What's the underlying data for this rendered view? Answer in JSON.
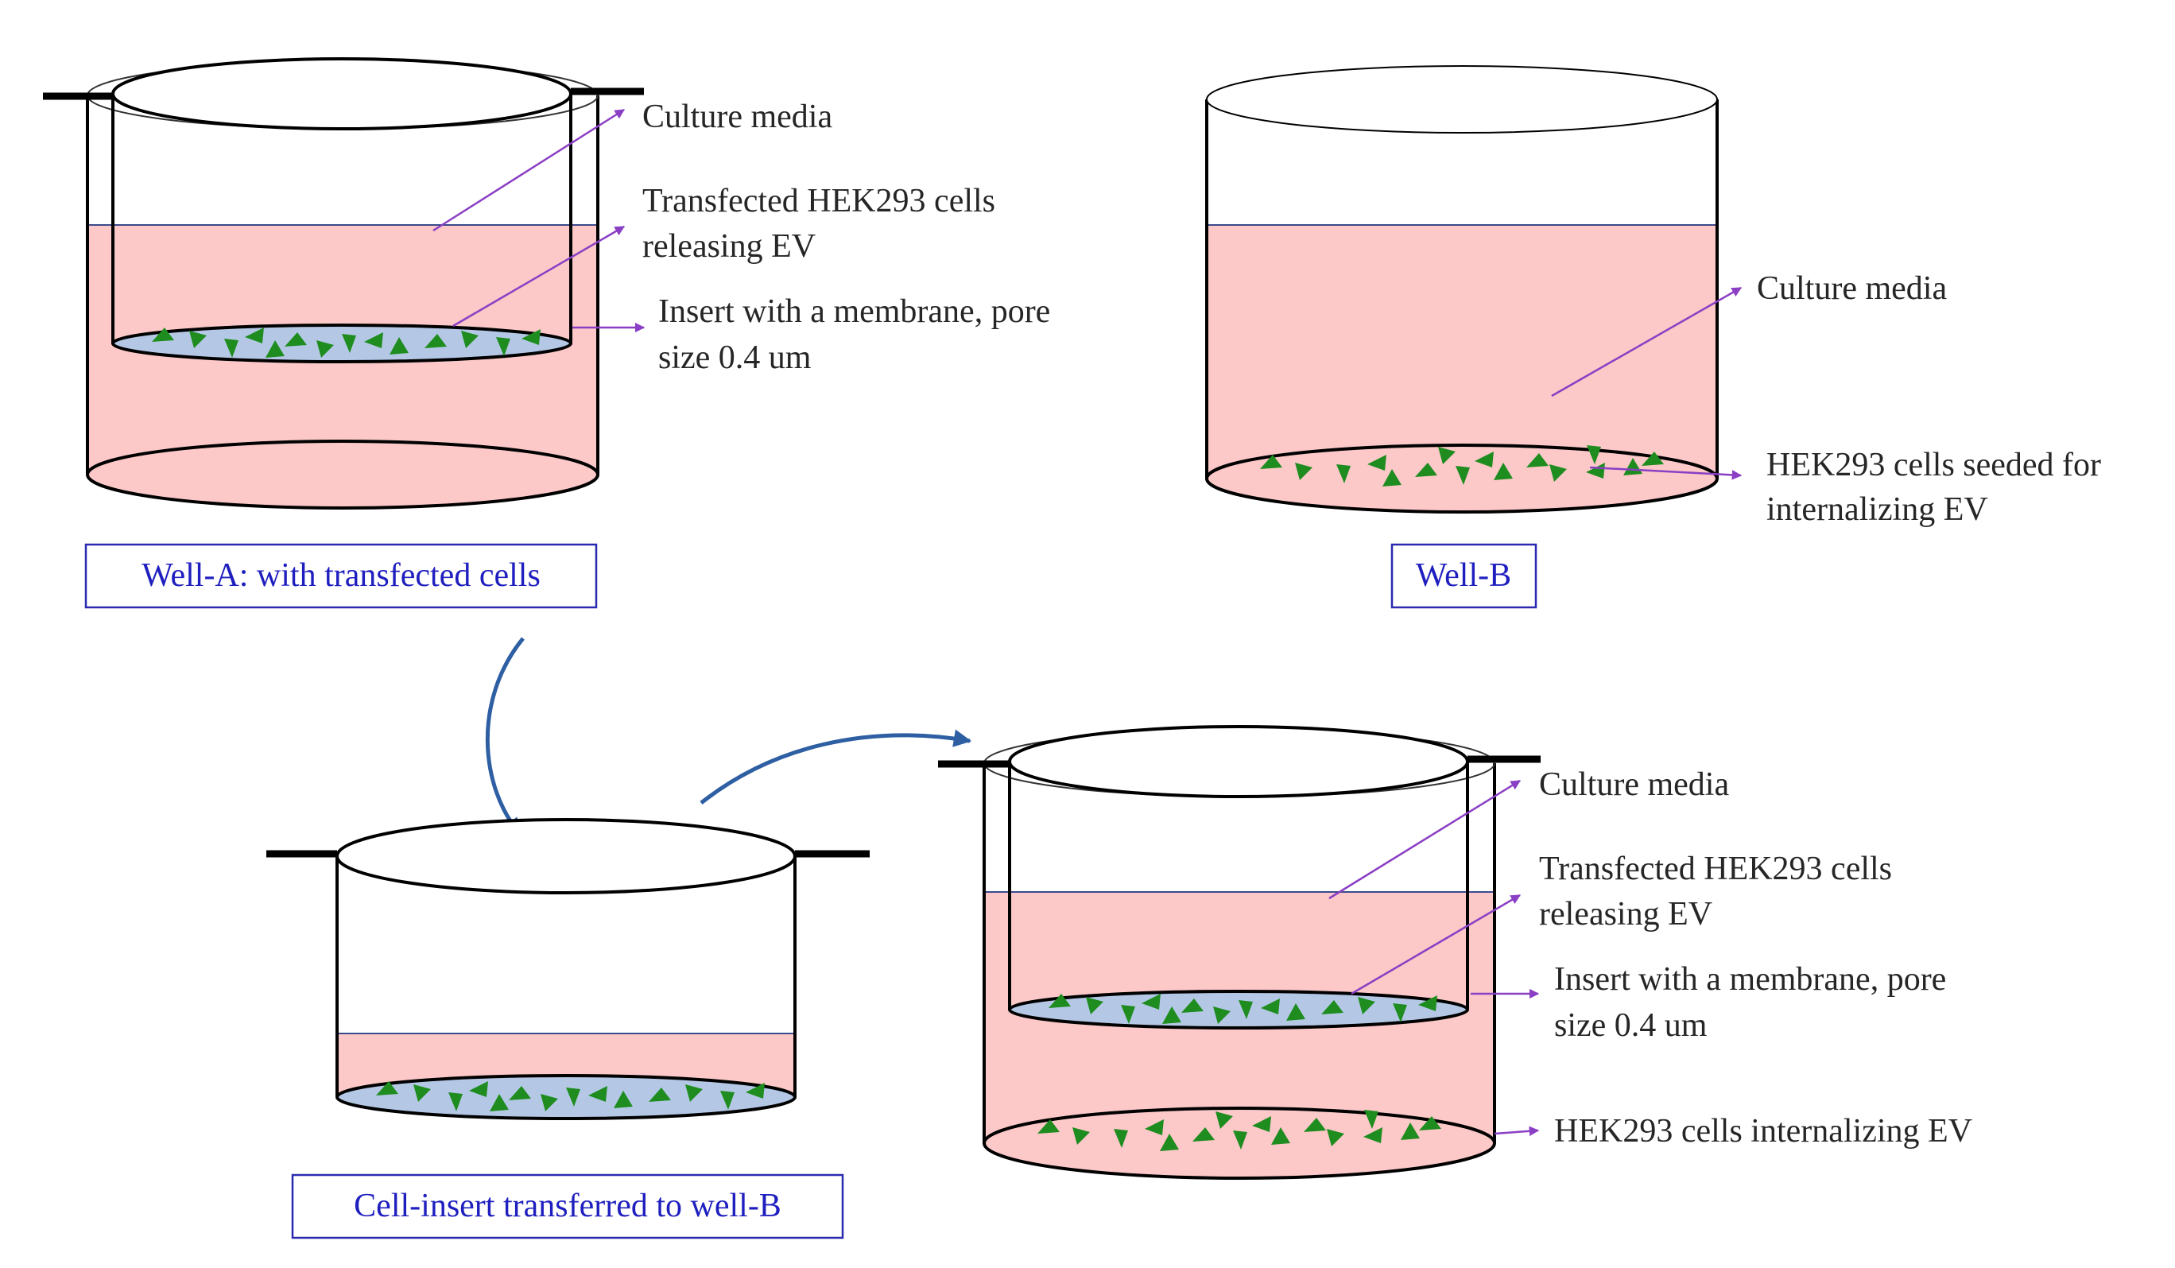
{
  "labels": {
    "a_media": "Culture media",
    "a_cells_1": "Transfected HEK293 cells",
    "a_cells_2": "releasing EV",
    "a_insert_1": "Insert with a membrane, pore",
    "a_insert_2": "size 0.4 um",
    "b_media": "Culture media",
    "b_cells_1": "HEK293 cells seeded for",
    "b_cells_2": "internalizing EV",
    "c_media": "Culture media",
    "c_cells_1": "Transfected HEK293 cells",
    "c_cells_2": "releasing EV",
    "c_insert_1": "Insert with a membrane, pore",
    "c_insert_2": "size 0.4 um",
    "c_bottom": "HEK293 cells internalizing EV"
  },
  "captions": {
    "well_a": "Well-A: with transfected cells",
    "well_b": "Well-B",
    "transfer": "Cell-insert transferred to well-B"
  },
  "colors": {
    "media": "#fcc8c8",
    "membrane": "#b4c8e6",
    "cell": "#1e8c1e",
    "annotation_arrow": "#8a3fc4",
    "transfer_arrow": "#2e5fa3",
    "caption_text": "#1f1fbf",
    "caption_border": "#2a2ab0"
  }
}
